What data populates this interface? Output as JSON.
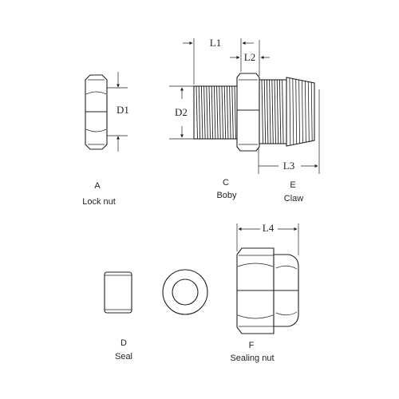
{
  "parts": {
    "a": {
      "letter": "A",
      "name": "Lock nut"
    },
    "c": {
      "letter": "C",
      "name": "Boby"
    },
    "e": {
      "letter": "E",
      "name": "Claw"
    },
    "d": {
      "letter": "D",
      "name": "Seal"
    },
    "f": {
      "letter": "F",
      "name": "Sealing nut"
    }
  },
  "dims": {
    "d1": "D1",
    "d2": "D2",
    "l1": "L1",
    "l2": "L2",
    "l3": "L3",
    "l4": "L4"
  }
}
